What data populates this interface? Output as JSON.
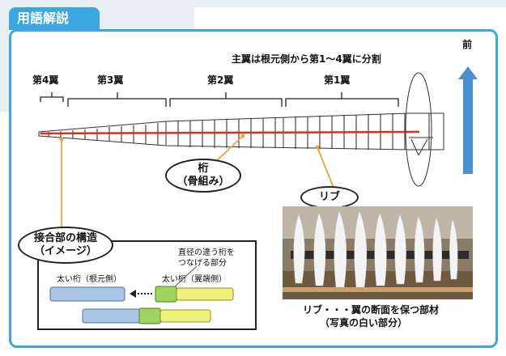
{
  "header": {
    "tab_label": "用語解説"
  },
  "diagram": {
    "title_note": "主翼は根元側から第1～4翼に分割",
    "forward_label": "前",
    "sections": [
      "第4翼",
      "第3翼",
      "第2翼",
      "第1翼"
    ],
    "callouts": {
      "spar": [
        "桁",
        "（骨組み）"
      ],
      "rib": "リブ",
      "joint": [
        "接合部の構造",
        "（イメージ）"
      ]
    },
    "joint_inset": {
      "note": [
        "直径の違う桁を",
        "つなげる部分"
      ],
      "root_spar_label": "太い桁（根元側）",
      "tip_spar_label": "太い桁（翼端側）"
    },
    "photo_caption": [
      "リブ・・・翼の断面を保つ部材",
      "（写真の白い部分）"
    ]
  },
  "colors": {
    "accent": "#3aa6e2",
    "spar_red": "#d6301e",
    "arrow_blue": "#4a8fd0",
    "pipe_blue": "#a9c6e6",
    "pipe_yellow": "#eef27a",
    "pipe_green": "#9fd45f"
  }
}
